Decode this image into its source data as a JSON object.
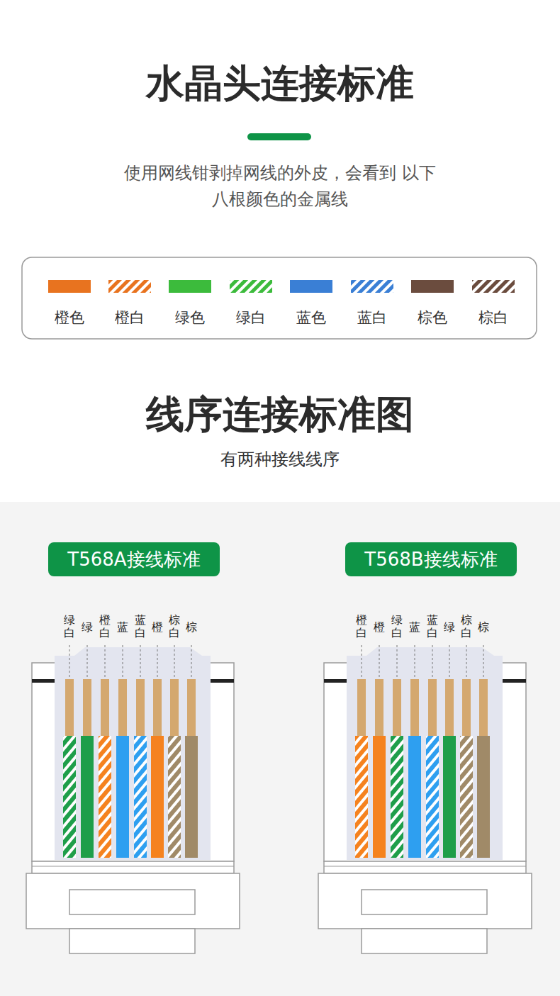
{
  "diagram": {
    "title": "水晶头连接标准",
    "nodes": [
      {
        "text": [
          "T568A接线标准"
        ]
      },
      {
        "text": [
          "T568B接线标准"
        ]
      }
    ],
    "labels": [
      "使用网线钳剥掉网线的外皮，会看到 以下八根颜色的金属线",
      "线序连接标准图",
      "有两种接线线序",
      "绿白",
      "绿",
      "橙白",
      "蓝",
      "蓝白",
      "橙",
      "棕白",
      "棕",
      "橙白",
      "橙",
      "绿白",
      "蓝",
      "蓝白",
      "绿",
      "棕白",
      "棕"
    ],
    "legend": [
      {
        "text": "橙色",
        "color": "#e8731f"
      },
      {
        "text": "橙白"
      },
      {
        "text": "绿色",
        "color": "#3cbb3c"
      },
      {
        "text": "绿白"
      },
      {
        "text": "蓝色",
        "color": "#3a7fd5"
      },
      {
        "text": "蓝白"
      },
      {
        "text": "棕色",
        "color": "#6b4c3e"
      },
      {
        "text": "棕白"
      }
    ]
  }
}
